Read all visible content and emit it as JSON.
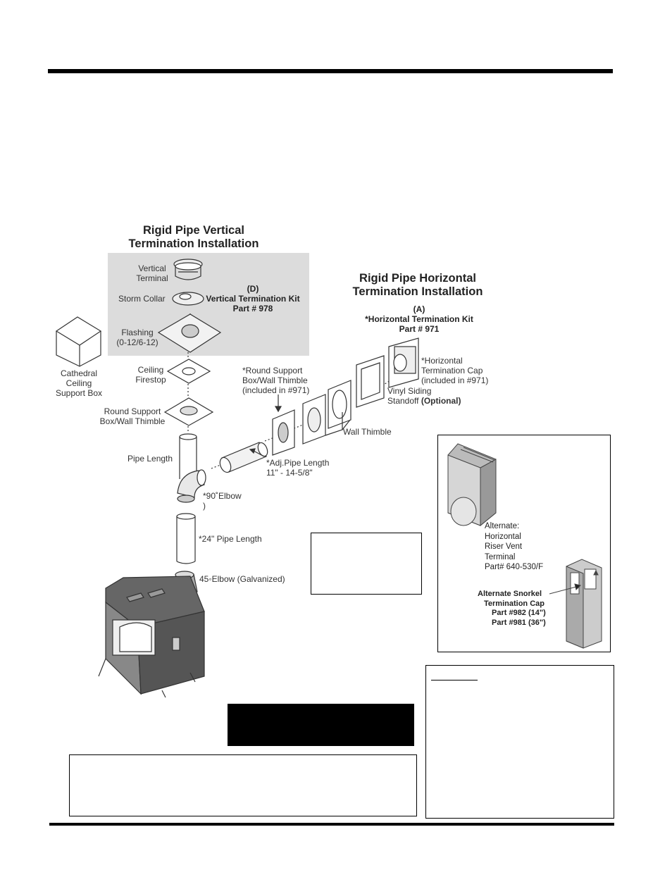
{
  "vertical": {
    "title_line1": "Rigid Pipe Vertical",
    "title_line2": "Termination Installation",
    "kit_id": "(D)",
    "kit_name": "Vertical Termination Kit",
    "kit_part": "Part # 978",
    "labels": {
      "vertical_terminal_1": "Vertical",
      "vertical_terminal_2": "Terminal",
      "storm_collar": "Storm Collar",
      "flashing_1": "Flashing",
      "flashing_2": "(0-12/6-12)",
      "cathedral_1": "Cathedral",
      "cathedral_2": "Ceiling",
      "cathedral_3": "Support Box",
      "ceiling_firestop_1": "Ceiling",
      "ceiling_firestop_2": "Firestop",
      "round_support_1": "Round Support",
      "round_support_2": "Box/Wall Thimble",
      "pipe_length": "Pipe Length",
      "elbow_90": "*90˚Elbow",
      "elbow_90_paren": ")",
      "pipe_24": "*24\" Pipe Length",
      "elbow_45": "45◦Elbow (Galvanized)"
    }
  },
  "horizontal": {
    "title_line1": "Rigid Pipe Horizontal",
    "title_line2": "Termination Installation",
    "kit_id": "(A)",
    "kit_name": "*Horizontal Termination Kit",
    "kit_part": "Part # 971",
    "labels": {
      "round_support_1": "*Round Support",
      "round_support_2": "Box/Wall Thimble",
      "round_support_3": "(included in #971)",
      "cap_1": "*Horizontal",
      "cap_2": "Termination Cap",
      "cap_3": "(included in #971)",
      "vinyl_1": "Vinyl Siding",
      "vinyl_2": "Standoff",
      "vinyl_optional": "(Optional)",
      "wall_thimble": "Wall Thimble",
      "adj_pipe_1": "*Adj.Pipe Length",
      "adj_pipe_2": "11\" - 14-5/8\""
    }
  },
  "inset": {
    "riser_1": "Alternate:",
    "riser_2": "Horizontal",
    "riser_3": "Riser Vent",
    "riser_4": "Terminal",
    "riser_5": "Part# 640-530/F",
    "snorkel_1": "Alternate Snorkel",
    "snorkel_2": "Termination Cap",
    "snorkel_3": "Part #982 (14\")",
    "snorkel_4": "Part #981 (36\")"
  }
}
